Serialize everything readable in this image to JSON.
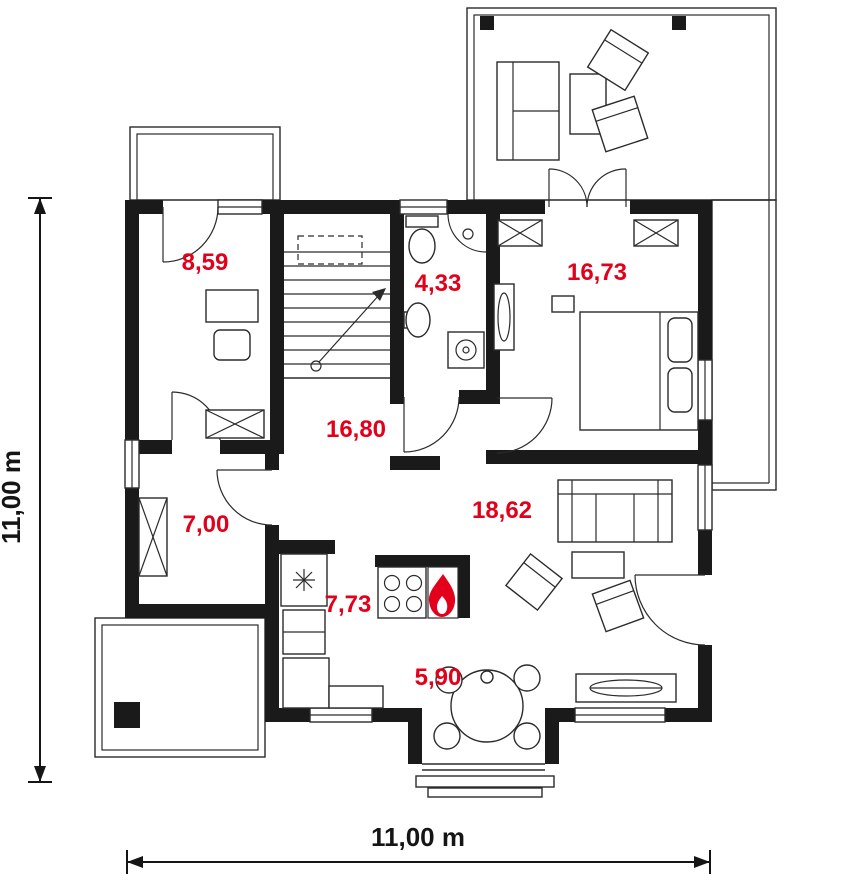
{
  "plan": {
    "rooms": [
      {
        "name": "top-left-room",
        "area": "8,59"
      },
      {
        "name": "bathroom",
        "area": "4,33"
      },
      {
        "name": "bedroom",
        "area": "16,73"
      },
      {
        "name": "hall",
        "area": "16,80"
      },
      {
        "name": "side-room",
        "area": "7,00"
      },
      {
        "name": "kitchen",
        "area": "7,73"
      },
      {
        "name": "living-room",
        "area": "18,62"
      },
      {
        "name": "dining-area",
        "area": "5,90"
      }
    ],
    "dimensions": {
      "left": "11,00 m",
      "bottom": "11,00 m"
    },
    "colors": {
      "room_label": "#e2001a",
      "accent_flame": "#e2001a",
      "wall": "#1a1a1a"
    },
    "icons": {
      "fireplace": "flame-icon",
      "kitchen_sink": "asterisk-icon"
    }
  }
}
